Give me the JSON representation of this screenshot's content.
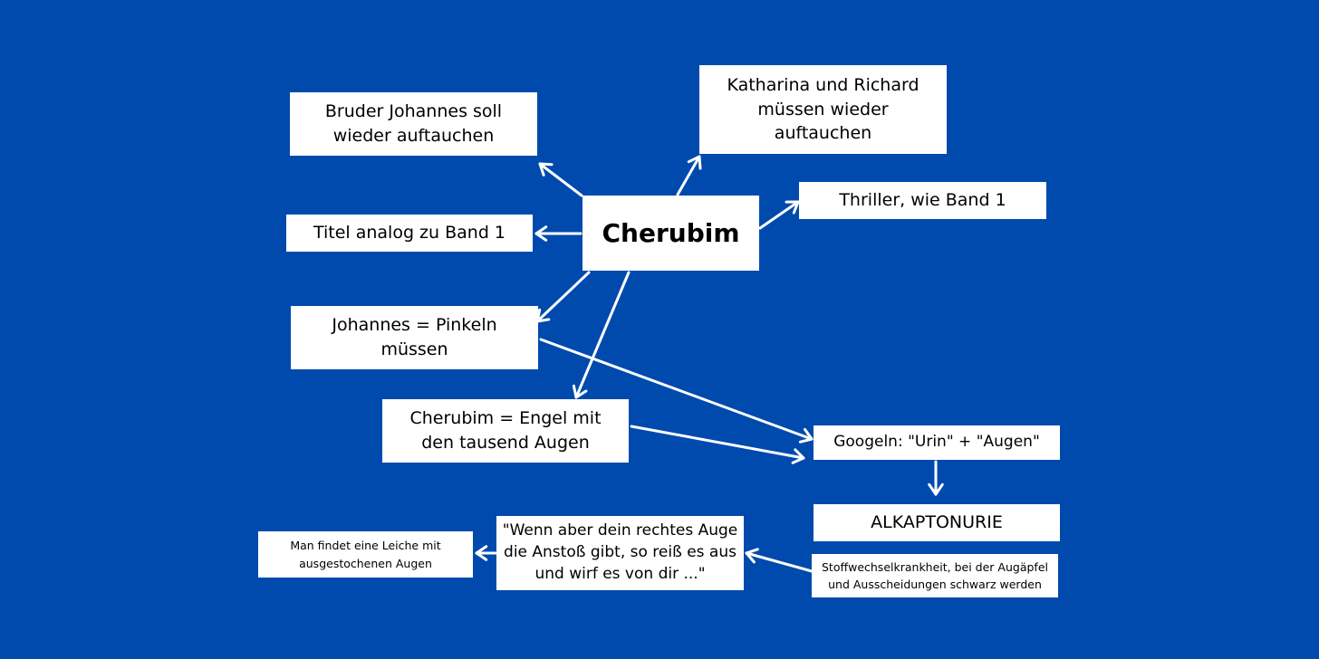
{
  "diagram": {
    "center": {
      "label": "Cherubim"
    },
    "nodes": {
      "bruder": "Bruder Johannes soll\nwieder auftauchen",
      "katharina": "Katharina und Richard\nmüssen wieder\nauftauchen",
      "thriller": "Thriller, wie Band 1",
      "titel": "Titel analog zu Band 1",
      "johannes": "Johannes = Pinkeln\nmüssen",
      "cherubim_engel": "Cherubim = Engel mit\nden tausend Augen",
      "googeln": "Googeln: \"Urin\" + \"Augen\"",
      "alkaptonurie": "ALKAPTONURIE",
      "stoffwechsel": "Stoffwechselkrankheit, bei der Augäpfel\nund Ausscheidungen schwarz werden",
      "wenn": "\"Wenn aber dein rechtes Auge\ndie Anstoß gibt, so reiß es aus\nund wirf es von dir ...\"",
      "leiche": "Man findet eine Leiche mit\nausgestochenen Augen"
    },
    "edges": [
      {
        "from": "center",
        "to": "bruder"
      },
      {
        "from": "center",
        "to": "katharina"
      },
      {
        "from": "center",
        "to": "thriller"
      },
      {
        "from": "center",
        "to": "titel"
      },
      {
        "from": "center",
        "to": "johannes"
      },
      {
        "from": "center",
        "to": "cherubim_engel"
      },
      {
        "from": "johannes",
        "to": "googeln"
      },
      {
        "from": "cherubim_engel",
        "to": "googeln"
      },
      {
        "from": "googeln",
        "to": "alkaptonurie"
      },
      {
        "from": "stoffwechsel",
        "to": "wenn"
      },
      {
        "from": "wenn",
        "to": "leiche"
      }
    ],
    "colors": {
      "background": "#004aad",
      "box": "#ffffff",
      "arrow": "#ffffff",
      "text": "#000000"
    }
  }
}
